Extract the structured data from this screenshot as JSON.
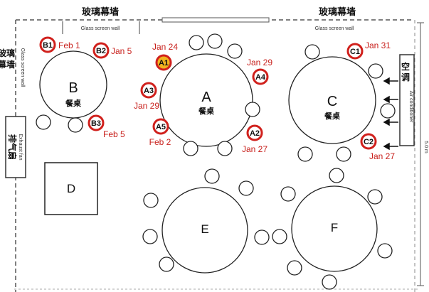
{
  "walls": {
    "top_left_title": "玻璃幕墙",
    "top_left_caption": "Glass screen wall",
    "top_right_title": "玻璃幕墙",
    "top_right_caption": "Glass screen wall",
    "left_title_lines": [
      "玻璃",
      "幕墙"
    ],
    "left_caption": "Glass screen wall",
    "exhaust_title": "排气扇",
    "exhaust_caption": "Exhaust fan",
    "ac_title_lines": [
      "空",
      "调"
    ],
    "ac_caption": "Air conditioner",
    "dimension": "5.0 m"
  },
  "tables": {
    "A": {
      "letter": "A",
      "word": "餐桌"
    },
    "B": {
      "letter": "B",
      "word": "餐桌"
    },
    "C": {
      "letter": "C",
      "word": "餐桌"
    },
    "D": {
      "letter": "D"
    },
    "E": {
      "letter": "E"
    },
    "F": {
      "letter": "F"
    }
  },
  "markers": [
    {
      "id": "B1",
      "date": "Feb 1",
      "highlight": false
    },
    {
      "id": "B2",
      "date": "Jan 5",
      "highlight": false
    },
    {
      "id": "B3",
      "date": "Feb 5",
      "highlight": false
    },
    {
      "id": "A1",
      "date": "Jan 24",
      "highlight": true
    },
    {
      "id": "A3",
      "date": "Jan 29",
      "highlight": false
    },
    {
      "id": "A5",
      "date": "Feb 2",
      "highlight": false
    },
    {
      "id": "A4",
      "date": "Jan 29",
      "highlight": false
    },
    {
      "id": "A2",
      "date": "Jan 27",
      "highlight": false
    },
    {
      "id": "C1",
      "date": "Jan 31",
      "highlight": false
    },
    {
      "id": "C2",
      "date": "Jan 27",
      "highlight": false
    }
  ],
  "colors": {
    "marker_ring": "#d0201c",
    "marker_fill": "#ffffff",
    "highlight_fill": "#f2b31f",
    "date_text": "#c8201c"
  }
}
